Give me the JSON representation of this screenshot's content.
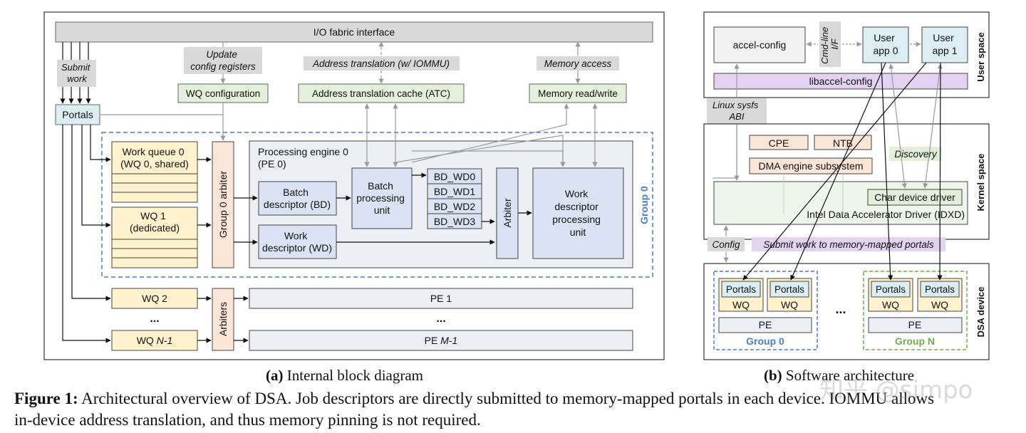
{
  "panel_a": {
    "io_fabric": "I/O fabric interface",
    "submit_work": [
      "Submit",
      "work"
    ],
    "update_config": [
      "Update",
      "config registers"
    ],
    "address_translation": "Address translation (w/ IOMMU)",
    "memory_access": "Memory access",
    "wq_configuration": "WQ configuration",
    "atc": "Address translation cache (ATC)",
    "memory_rw": "Memory read/write",
    "portals": "Portals",
    "work_queue_0": [
      "Work queue 0",
      "(WQ 0, shared)"
    ],
    "wq_1": [
      "WQ 1",
      "(dedicated)"
    ],
    "group0_arbiter": "Group 0 arbiter",
    "processing_engine_0": [
      "Processing engine 0",
      "(PE 0)"
    ],
    "batch_descriptor": [
      "Batch",
      "descriptor (BD)"
    ],
    "batch_processing_unit": [
      "Batch",
      "processing",
      "unit"
    ],
    "bd_wd": [
      "BD_WD0",
      "BD_WD1",
      "BD_WD2",
      "BD_WD3"
    ],
    "arbiter": "Arbiter",
    "work_descriptor": [
      "Work",
      "descriptor (WD)"
    ],
    "wd_processing_unit": [
      "Work",
      "descriptor",
      "processing",
      "unit"
    ],
    "group_0": "Group 0",
    "wq_2": "WQ 2",
    "ellipsis": "...",
    "wq_n1_prefix": "WQ ",
    "wq_n1_italic": "N-1",
    "arbiters": "Arbiters",
    "pe_1": "PE 1",
    "pe_m1_prefix": "PE ",
    "pe_m1_italic": "M-1",
    "caption_label": "(a)",
    "caption_text": " Internal block diagram"
  },
  "panel_b": {
    "accel_config": "accel-config",
    "cmd_line": [
      "Cmd-line",
      "I/F"
    ],
    "user_app_0": [
      "User",
      "app 0"
    ],
    "user_app_1": [
      "User",
      "app 1"
    ],
    "libaccel_config": "libaccel-config",
    "user_space": "User space",
    "linux_sysfs": [
      "Linux sysfs",
      "ABI"
    ],
    "cpe": "CPE",
    "ntb": "NTB",
    "discovery": "Discovery",
    "dma_engine": "DMA engine subsystem",
    "char_device_driver": "Char device driver",
    "idxd": "Intel Data Accelerator Driver (IDXD)",
    "kernel_space": "Kernel space",
    "config": "Config",
    "submit_portals": "Submit work to memory-mapped portals",
    "portals": "Portals",
    "wq": "WQ",
    "pe": "PE",
    "ellipsis": "...",
    "group_0": "Group 0",
    "group_n": "Group N",
    "dsa_device": "DSA device",
    "caption_label": "(b)",
    "caption_text": " Software architecture"
  },
  "figure_caption": {
    "label": "Figure 1:",
    "line1": " Architectural overview of DSA. Job descriptors are directly submitted to memory-mapped portals in each device. IOMMU allows",
    "line2": "in-device address translation, and thus memory pinning is not required."
  },
  "watermark": "知乎 @simpo",
  "colors": {
    "grey_box": "#d9d9d9",
    "green_box": "#e2efd9",
    "blue_box": "#dae3f3",
    "yellow_box": "#fff2cc",
    "orange_box": "#fbe5d6",
    "light_panel": "#eceff4",
    "purple_box": "#e4d2f2",
    "group0_border": "#4a7bc4",
    "groupN_border": "#70ad47"
  }
}
